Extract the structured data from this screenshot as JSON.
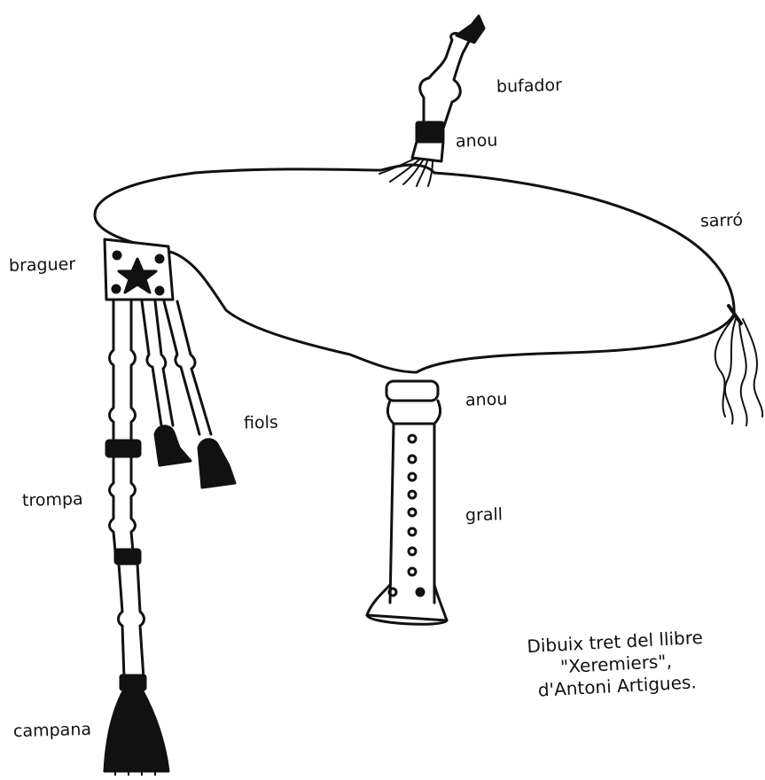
{
  "labels": {
    "bufador": "bufador",
    "anou_top": "anou",
    "sarro": "sarró",
    "braguer": "braguer",
    "fiols": "fiols",
    "anou_bottom": "anou",
    "trompa": "trompa",
    "grall": "grall",
    "campana": "campana"
  },
  "caption": {
    "line1": "Dibuix tret del llibre",
    "line2": "\"Xeremiers\",",
    "line3": "d'Antoni Artigues."
  }
}
